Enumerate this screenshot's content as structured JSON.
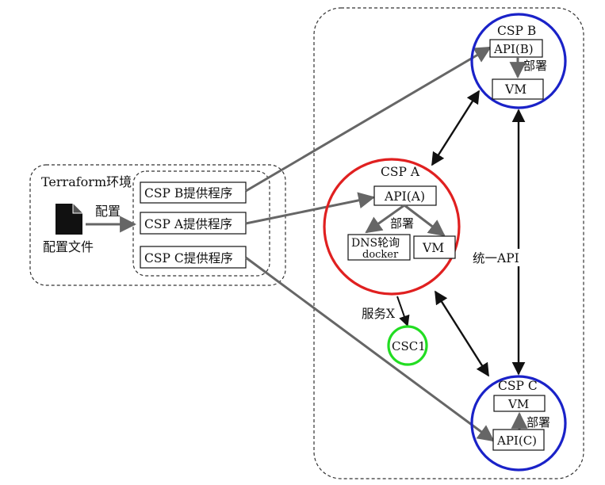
{
  "terraform": {
    "env_label": "Terraform环境",
    "config_file_label": "配置文件",
    "config_arrow_label": "配置",
    "providers": [
      "CSP B提供程序",
      "CSP A提供程序",
      "CSP C提供程序"
    ]
  },
  "csp_a": {
    "title": "CSP A",
    "api": "API(A)",
    "deploy": "部署",
    "dns": "DNS轮询",
    "docker": "docker",
    "vm": "VM"
  },
  "csp_b": {
    "title": "CSP B",
    "api": "API(B)",
    "deploy": "部署",
    "vm": "VM"
  },
  "csp_c": {
    "title": "CSP C",
    "api": "API(C)",
    "deploy": "部署",
    "vm": "VM"
  },
  "service": {
    "label": "服务X",
    "csc": "CSC1"
  },
  "unified_api": "统一API",
  "colors": {
    "csp_a_ring": "#e02020",
    "csp_bc_ring": "#1a22c8",
    "csc_ring": "#22dd22",
    "arrow_gray": "#666666"
  }
}
